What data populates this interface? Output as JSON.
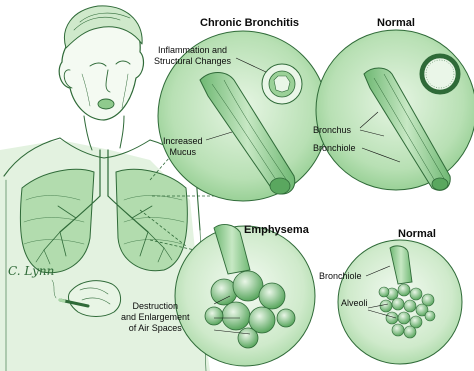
{
  "illustration": {
    "panels": {
      "chronic_bronchitis": {
        "title": "Chronic Bronchitis"
      },
      "normal_bronchus": {
        "title": "Normal"
      },
      "emphysema": {
        "title": "Emphysema"
      },
      "normal_alveoli": {
        "title": "Normal"
      }
    },
    "labels": {
      "inflammation": [
        "Inflammation and",
        "Structural Changes"
      ],
      "mucus": [
        "Increased",
        "Mucus"
      ],
      "bronchus": "Bronchus",
      "bronchiole_top": "Bronchiole",
      "bronchiole_bottom": "Bronchiole",
      "alveoli": "Alveoli",
      "destruction": [
        "Destruction",
        "and Enlargement",
        "of Air Spaces"
      ]
    },
    "signature": "C. Lynn",
    "colors": {
      "ink": "#2f6a38",
      "shade_dark": "#7cc07e",
      "shade_mid": "#a9d8a6",
      "shade_light": "#d6eed3",
      "text": "#0c0c0c"
    }
  }
}
